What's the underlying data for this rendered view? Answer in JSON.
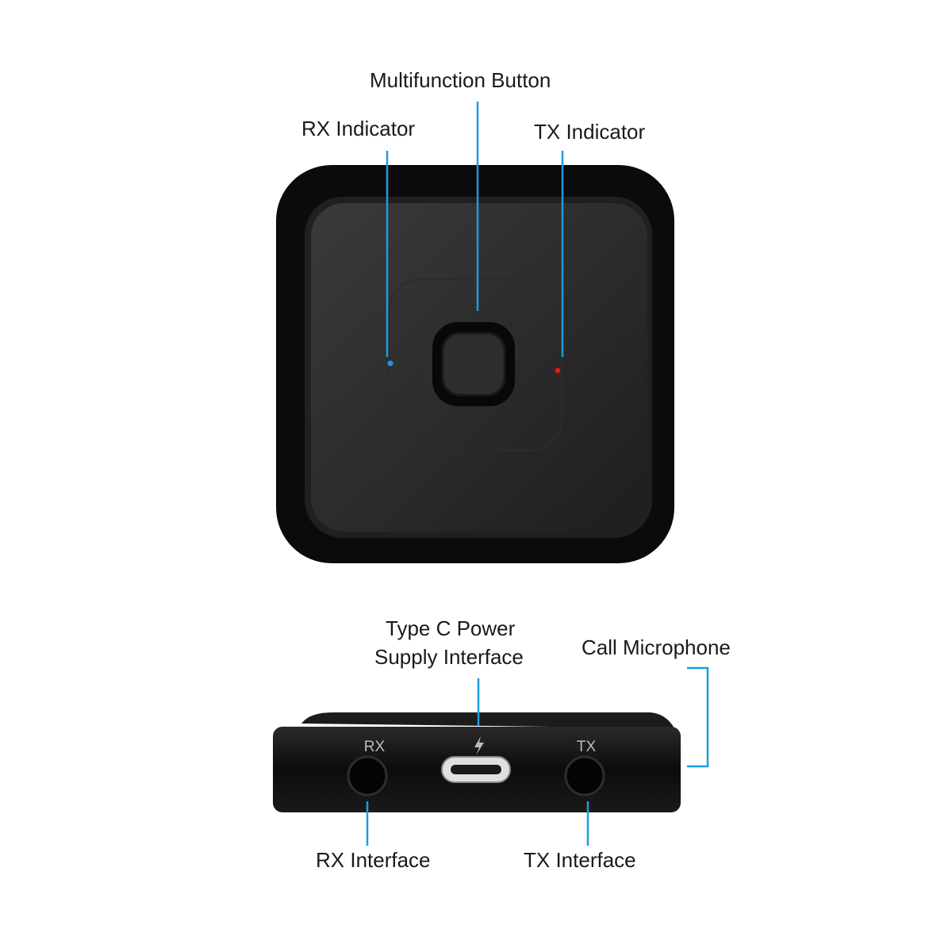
{
  "labels": {
    "multifunction_button": "Multifunction Button",
    "rx_indicator": "RX Indicator",
    "tx_indicator": "TX Indicator",
    "type_c_line1": "Type C Power",
    "type_c_line2": "Supply Interface",
    "call_microphone": "Call Microphone",
    "rx_interface": "RX Interface",
    "tx_interface": "TX Interface"
  },
  "device_port_labels": {
    "rx": "RX",
    "tx": "TX"
  },
  "colors": {
    "leader_line": "#1e9be0",
    "rx_led": "#2a8fe8",
    "tx_led": "#e01818",
    "device_body": "#111111"
  }
}
